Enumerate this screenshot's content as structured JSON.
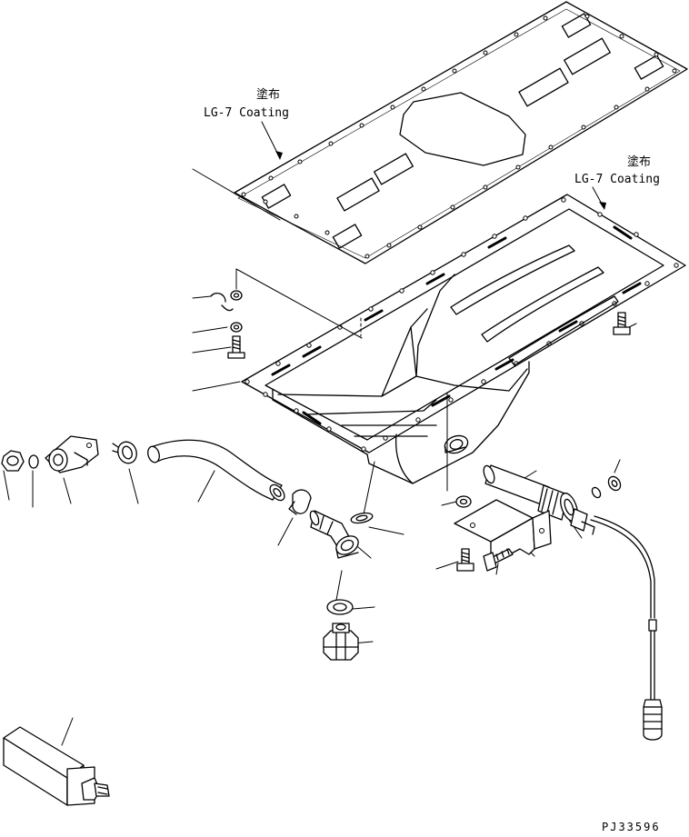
{
  "drawing_id": "PJ33596",
  "annotations": [
    {
      "id": "gasket-coating",
      "kanji": "塗布",
      "text": "LG-7 Coating"
    },
    {
      "id": "pan-coating",
      "kanji": "塗布",
      "text": "LG-7 Coating"
    }
  ],
  "icons": [
    "oil-pan-gasket",
    "oil-pan",
    "drain-hose",
    "hose-clamp",
    "drain-plug",
    "oil-level-sensor",
    "sensor-bracket",
    "bolt",
    "washer",
    "o-ring",
    "drain-valve-elbow",
    "cable-connector",
    "drain-tool"
  ]
}
